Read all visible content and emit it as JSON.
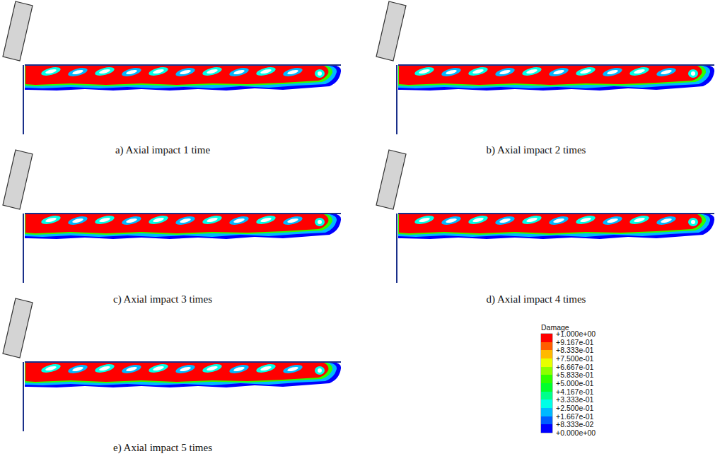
{
  "diagram": {
    "labels": [
      "a) Axial impact 1 time",
      "b) Axial impact 2 times",
      "c) Axial impact 3 times",
      "d) Axial impact 4 times",
      "e) Axial impact 5 times",
      "Damage",
      "+0.000e+00"
    ],
    "legend": [
      {
        "text": "+1.000e+00",
        "color": "#ff0000"
      },
      {
        "text": "+9.167e-01",
        "color": "#ff5d00"
      },
      {
        "text": "+8.333e-01",
        "color": "#ffb900"
      },
      {
        "text": "+7.500e-01",
        "color": "#e7ff00"
      },
      {
        "text": "+6.667e-01",
        "color": "#8bff00"
      },
      {
        "text": "+5.833e-01",
        "color": "#2eff00"
      },
      {
        "text": "+5.000e-01",
        "color": "#00ff2e"
      },
      {
        "text": "+4.167e-01",
        "color": "#00ff8b"
      },
      {
        "text": "+3.333e-01",
        "color": "#00ffe7"
      },
      {
        "text": "+2.500e-01",
        "color": "#00b9ff"
      },
      {
        "text": "+1.667e-01",
        "color": "#005dff"
      },
      {
        "text": "+8.333e-02",
        "color": "#0000ff"
      }
    ]
  }
}
